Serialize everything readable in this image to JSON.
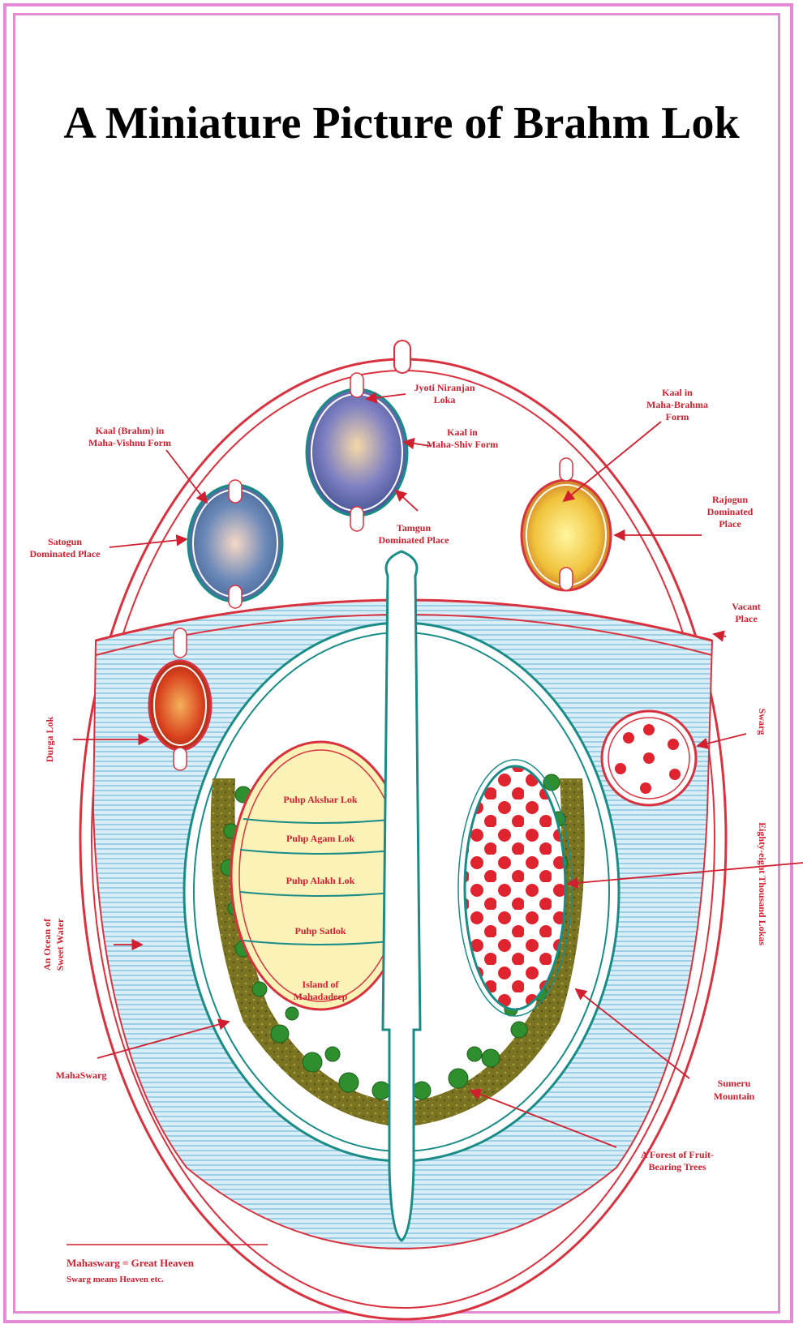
{
  "title": "A Miniature Picture of Brahm Lok",
  "labels": {
    "jyoti_line1": "Jyoti Niranjan",
    "jyoti_line2": "Loka",
    "kaal_shiv_line1": "Kaal in",
    "kaal_shiv_line2": "Maha-Shiv Form",
    "tamgun_line1": "Tamgun",
    "tamgun_line2": "Dominated Place",
    "kaal_vishnu_line1": "Kaal (Brahm) in",
    "kaal_vishnu_line2": "Maha-Vishnu Form",
    "satogun_line1": "Satogun",
    "satogun_line2": "Dominated Place",
    "kaal_brahma_line1": "Kaal in",
    "kaal_brahma_line2": "Maha-Brahma",
    "kaal_brahma_line3": "Form",
    "rajogun_line1": "Rajogun",
    "rajogun_line2": "Dominated",
    "rajogun_line3": "Place",
    "vacant_line1": "Vacant",
    "vacant_line2": "Place",
    "durga_lok": "Durga Lok",
    "swarg": "Swarg",
    "eighty_eight": "Eighty-eight Thousand Lokas",
    "ocean_line1": "An Ocean of",
    "ocean_line2": "Sweet Water",
    "maha_swarg": "MahaSwarg",
    "sumeru_line1": "Sumeru",
    "sumeru_line2": "Mountain",
    "forest_line1": "A Forest of Fruit-",
    "forest_line2": "Bearing Trees",
    "lok_akshar": "Puhp Akshar Lok",
    "lok_agam": "Puhp Agam Lok",
    "lok_alakh": "Puhp Alakh Lok",
    "lok_satlok": "Puhp Satlok",
    "island_line1": "Island of",
    "island_line2": "Mahadadeep"
  },
  "footer": {
    "line1": "Mahaswarg = Great Heaven",
    "line2": "Swarg means Heaven etc."
  },
  "colors": {
    "frame": "#e58ad4",
    "label_red": "#d11f2f",
    "outline_red": "#d9323f",
    "water": "#b7dcec",
    "teal": "#1a8c87",
    "mountain": "#6d6a1c",
    "lok_yellow": "#fbf2b8",
    "dot_red": "#e0242f"
  }
}
